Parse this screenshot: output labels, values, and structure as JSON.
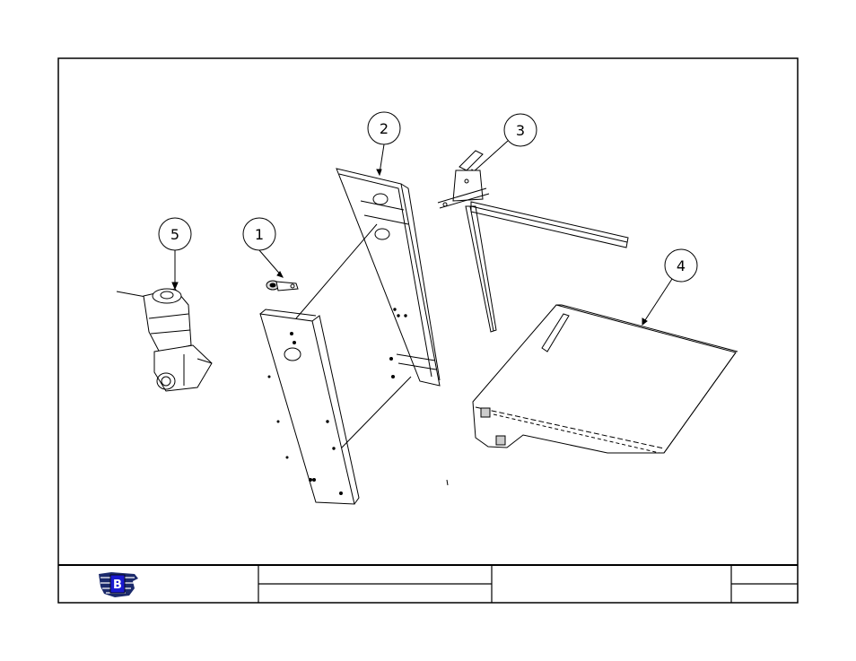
{
  "drawing": {
    "callouts": [
      {
        "label": "1",
        "part": "drive-arm"
      },
      {
        "label": "2",
        "part": "side-frame-panel"
      },
      {
        "label": "3",
        "part": "slide-rail-assembly"
      },
      {
        "label": "4",
        "part": "hopper-cover"
      },
      {
        "label": "5",
        "part": "gear-motor"
      }
    ]
  },
  "title_block": {
    "logo_letter": "B",
    "logo_colors": {
      "blue": "#1a1ad0",
      "dark": "#1b2a6b"
    }
  }
}
